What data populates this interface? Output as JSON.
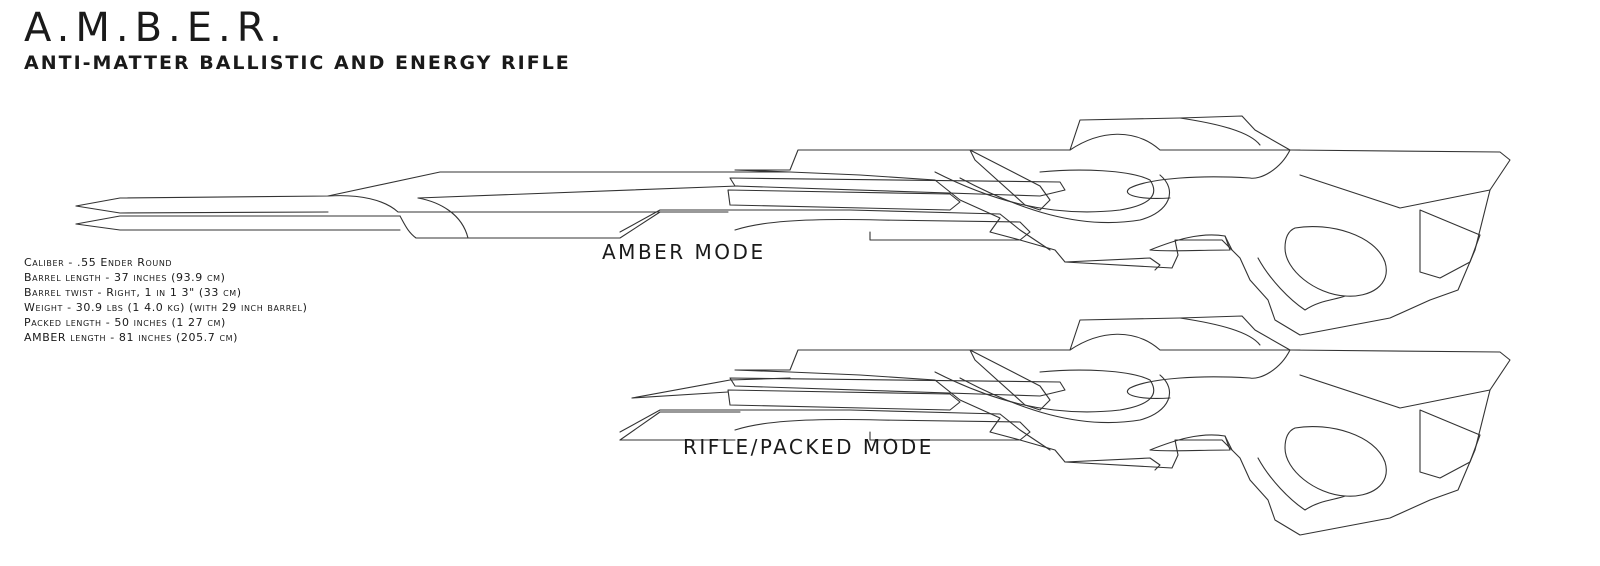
{
  "header": {
    "title": "A.M.B.E.R.",
    "subtitle": "ANTI-MATTER BALLISTIC AND ENERGY RIFLE"
  },
  "specs": [
    "Caliber - .55 Ender Round",
    "Barrel length - 37 inches (93.9 cm)",
    "Barrel twist - Right, 1 in 1 3\" (33 cm)",
    "Weight - 30.9 lbs (1 4.0 kg) (with 29 inch barrel)",
    "Packed length - 50 inches (1 27 cm)",
    "AMBER length - 81 inches (205.7 cm)"
  ],
  "modes": {
    "amber_label": "AMBER MODE",
    "rifle_label": "RIFLE/PACKED MODE"
  }
}
